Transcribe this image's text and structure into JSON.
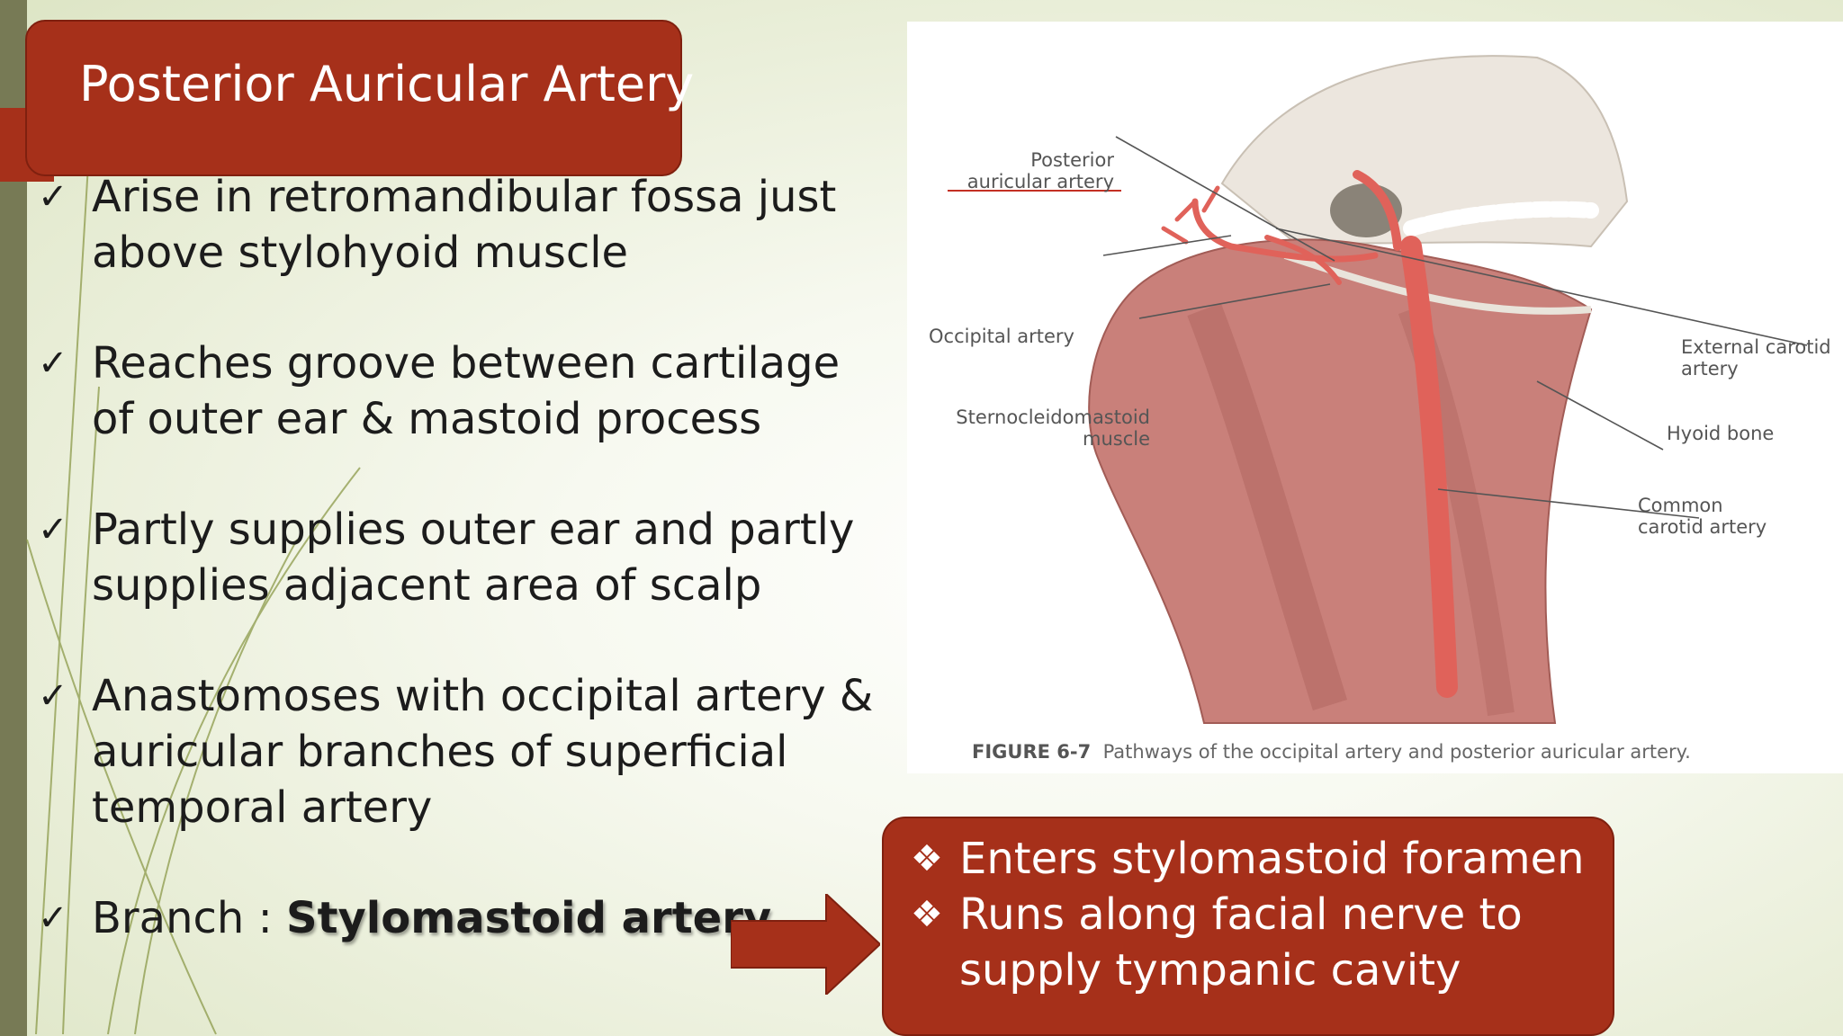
{
  "slide": {
    "title": "Posterior Auricular Artery",
    "bullets": [
      {
        "icon": "check-icon",
        "text": "Arise in retromandibular fossa just above stylohyoid muscle"
      },
      {
        "icon": "check-icon",
        "text": "Reaches groove between cartilage of outer ear & mastoid process"
      },
      {
        "icon": "check-icon",
        "text": "Partly supplies outer ear and partly supplies adjacent area of scalp"
      },
      {
        "icon": "check-icon",
        "text": "Anastomoses with occipital artery & auricular branches of superficial temporal artery"
      },
      {
        "icon": "check-icon",
        "text": "Branch : ",
        "emphasis": "Stylomastoid artery"
      }
    ],
    "check_glyph": "✓",
    "callout": {
      "items": [
        {
          "icon": "diamond-bullet-icon",
          "text": "Enters stylomastoid foramen"
        },
        {
          "icon": "diamond-bullet-icon",
          "text": "Runs along facial nerve to supply tympanic cavity"
        }
      ],
      "bullet_glyph": "❖"
    }
  },
  "figure": {
    "labels": {
      "posterior_auricular": "Posterior auricular artery",
      "occipital": "Occipital artery",
      "sternocleidomastoid": "Sternocleidomastoid muscle",
      "external_carotid": "External carotid artery",
      "hyoid": "Hyoid bone",
      "common_carotid": "Common carotid artery"
    },
    "caption_label": "FIGURE 6-7",
    "caption_text": "Pathways of the occipital artery and posterior auricular artery."
  },
  "colors": {
    "accent": "#a6301a",
    "side_bar": "#777a55",
    "artery": "#e0625a"
  }
}
